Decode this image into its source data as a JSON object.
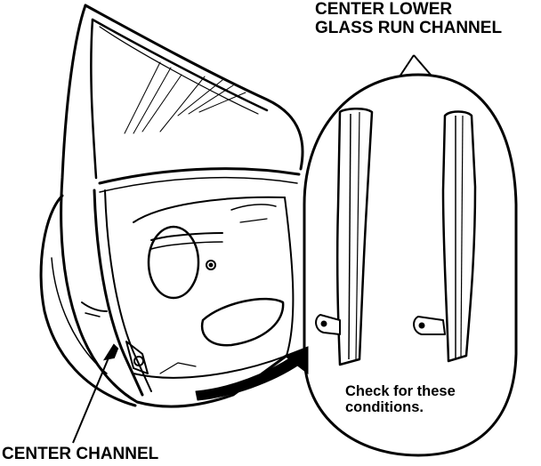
{
  "labels": {
    "top": [
      "CENTER LOWER",
      "GLASS RUN CHANNEL"
    ],
    "bottom": "CENTER CHANNEL",
    "callout": [
      "Check for these",
      "conditions."
    ]
  }
}
